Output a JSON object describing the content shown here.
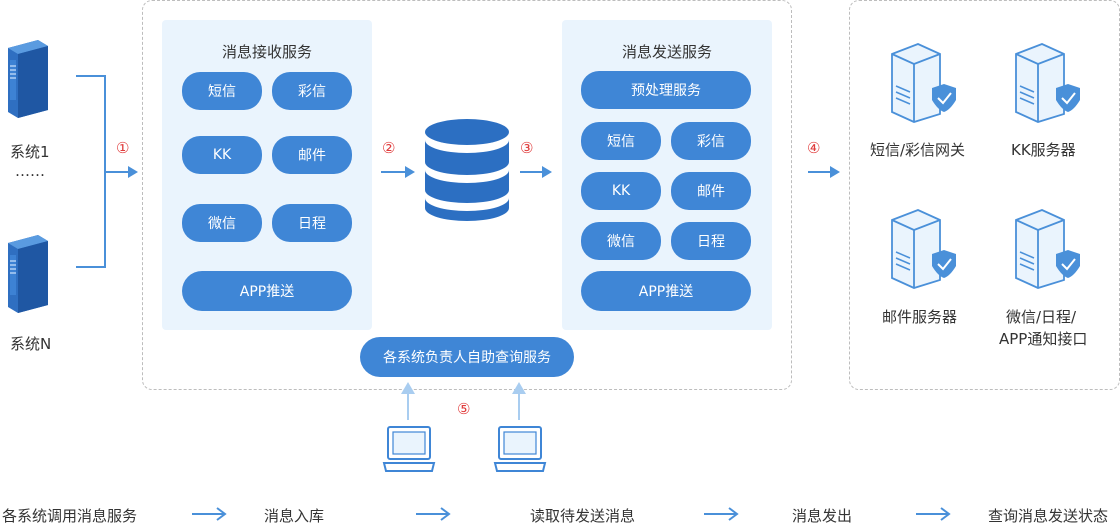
{
  "systems": {
    "system1_label": "系统1",
    "ellipsis": "……",
    "systemN_label": "系统N"
  },
  "receive": {
    "title": "消息接收服务",
    "items": [
      "短信",
      "彩信",
      "KK",
      "邮件",
      "微信",
      "日程"
    ],
    "app_push": "APP推送"
  },
  "send": {
    "title": "消息发送服务",
    "preprocess": "预处理服务",
    "items": [
      "短信",
      "彩信",
      "KK",
      "邮件",
      "微信",
      "日程"
    ],
    "app_push": "APP推送"
  },
  "self_service": "各系统负责人自助查询服务",
  "step_numbers": [
    "①",
    "②",
    "③",
    "④",
    "⑤"
  ],
  "gateways": {
    "sms_mms": "短信/彩信网关",
    "kk": "KK服务器",
    "mail": "邮件服务器",
    "wechat_line1": "微信/日程/",
    "wechat_line2": "APP通知接口"
  },
  "flow": [
    "各系统调用消息服务",
    "消息入库",
    "读取待发送消息",
    "消息发出",
    "查询消息发送状态"
  ],
  "colors": {
    "pill": "#3f86d6",
    "panel": "#eaf4fd",
    "arrow": "#4a90d9",
    "number": "#e03b3b"
  }
}
